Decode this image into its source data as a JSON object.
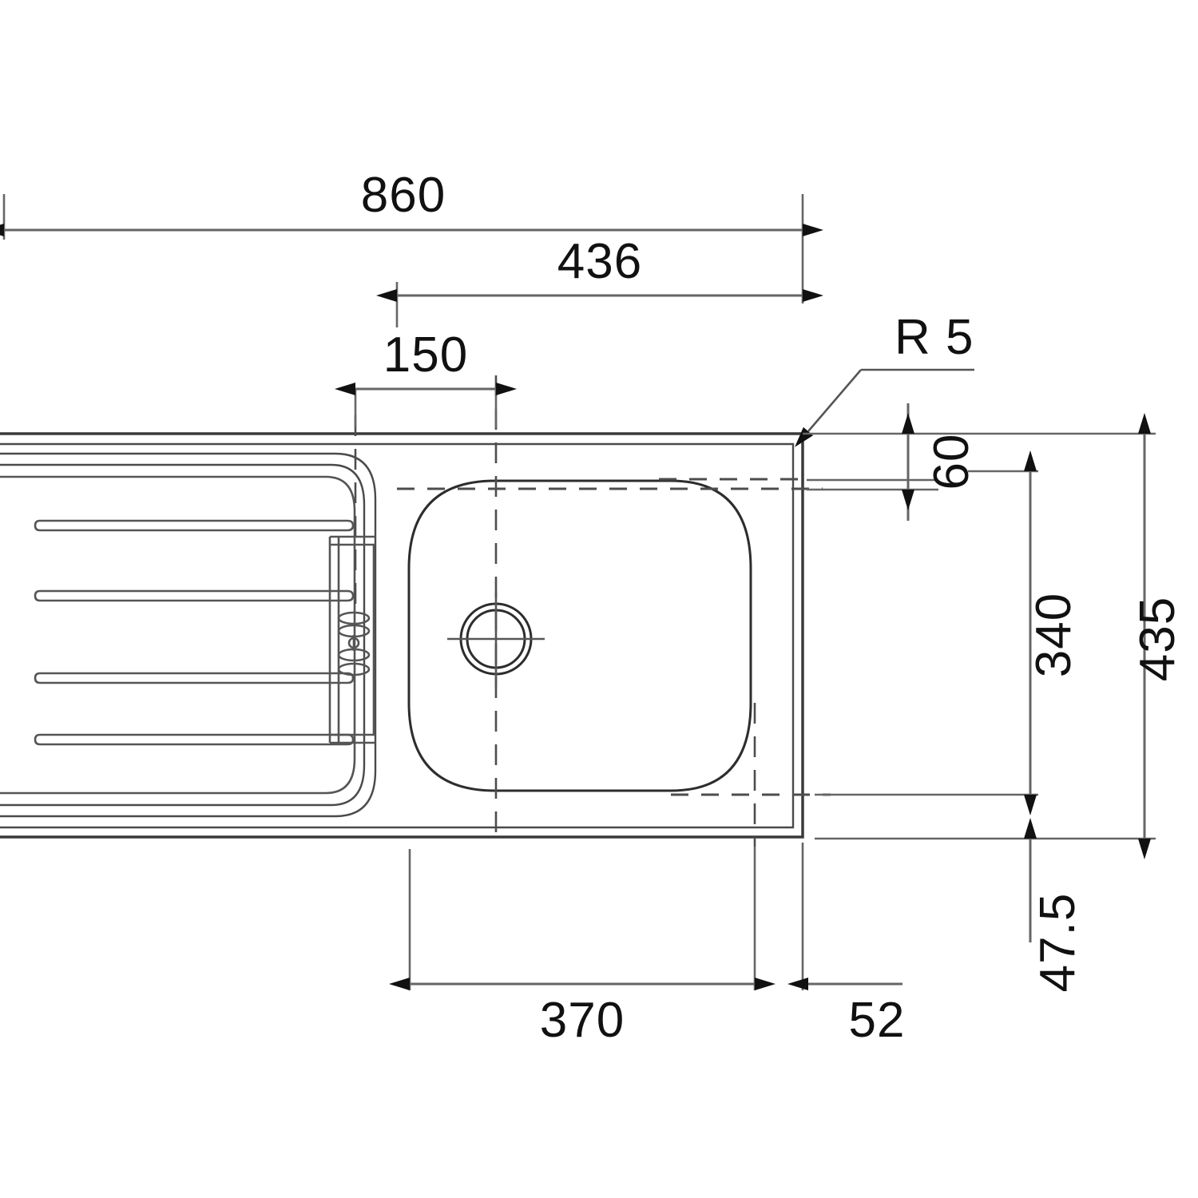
{
  "drawing": {
    "title": "Kitchen sink technical drawing - top view with dimensions",
    "units": "mm",
    "product": "inset kitchen sink with left drainboard and single bowl",
    "line_color": "#555555",
    "text_color": "#111111",
    "background": "#ffffff"
  },
  "dimensions": {
    "overall_width": "860",
    "bowl_center_from_right": "436",
    "drain_offset": "150",
    "corner_radius": "R 5",
    "rim_width": "60",
    "bowl_height": "340",
    "overall_depth": "435",
    "bowl_width": "370",
    "right_rim": "52",
    "bottom_rim": "47.5"
  },
  "labels": {
    "w860": "860",
    "w436": "436",
    "w150": "150",
    "r5": "R 5",
    "h60": "60",
    "h340": "340",
    "h435": "435",
    "w370": "370",
    "w52": "52",
    "h475": "47.5"
  },
  "features": {
    "drainboard_ribs": 4,
    "bowl_drain": "circular waste outlet with crosshair centre mark",
    "overflow": "oval overflow grille on drainboard right edge"
  }
}
